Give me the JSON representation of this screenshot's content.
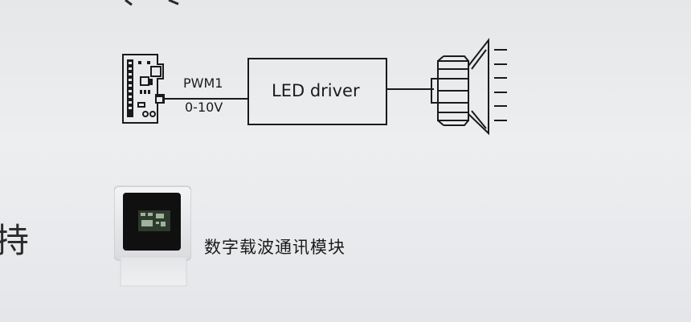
{
  "diagram": {
    "signal_top": "PWM1",
    "signal_bottom": "0-10V",
    "driver_label": "LED driver"
  },
  "edge_text": "持",
  "module_caption": "数字载波通讯模块",
  "colors": {
    "line": "#1a1a1a",
    "background": "#e8e9eb",
    "module_chip": "#101010"
  },
  "icons": {
    "controller": "controller-board-icon",
    "lamp": "led-spotlight-icon"
  }
}
